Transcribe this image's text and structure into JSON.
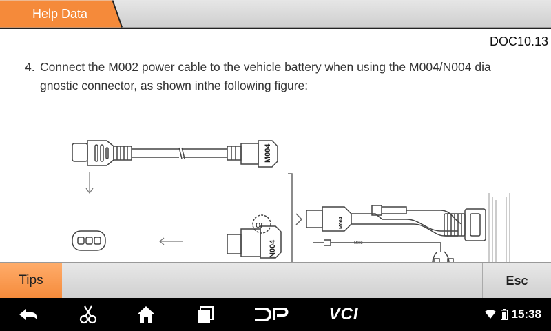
{
  "window": {
    "title": "Help Data"
  },
  "document": {
    "doc_id": "DOC10.13",
    "step_number": "4.",
    "instruction_line1": "Connect the M002 power cable to the vehicle battery when using the M004/N004 dia",
    "instruction_line2": "gnostic connector, as shown inthe following figure:"
  },
  "figure": {
    "connector_a_label": "M004",
    "connector_b_label": "N004",
    "or_label": "or",
    "adapter_label": "M004",
    "cable_label": "M002"
  },
  "footer": {
    "tips_label": "Tips",
    "esc_label": "Esc"
  },
  "navbar": {
    "icons": [
      "back-icon",
      "scissors-icon",
      "home-icon",
      "recent-apps-icon",
      "dp-icon",
      "vci-icon"
    ],
    "dp_label": "DP",
    "vci_label": "VCI",
    "time": "15:38"
  },
  "colors": {
    "accent": "#f58a3a",
    "background": "#ffffff",
    "navbar": "#000000"
  }
}
